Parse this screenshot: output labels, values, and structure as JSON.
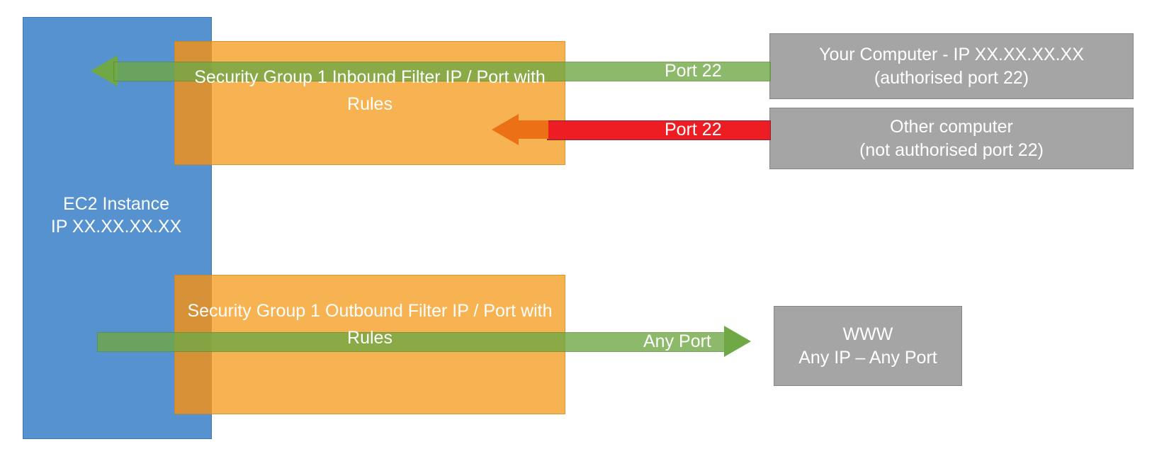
{
  "diagram": {
    "title": "AWS EC2 Security Group Inbound / Outbound Traffic Filtering",
    "colors": {
      "instance_blue": "#5592cf",
      "security_group_orange": "#f7b352",
      "allowed_green": "#70a845",
      "blocked_red": "#ee1c23",
      "blocked_arrow_orange": "#ec7016",
      "endpoint_gray": "#a5a5a5",
      "background": "#ffffff",
      "text_white": "#ffffff"
    }
  },
  "instance": {
    "name": "EC2 Instance",
    "ip": "IP XX.XX.XX.XX",
    "label": "EC2 Instance\nIP XX.XX.XX.XX"
  },
  "security_groups": {
    "inbound": {
      "name": "Security Group 1",
      "direction": "Inbound",
      "rule": "Filter IP / Port with Rules",
      "label": "Security Group 1\nInbound\nFilter IP / Port with Rules"
    },
    "outbound": {
      "name": "Security Group 1",
      "direction": "Outbound",
      "rule": "Filter IP / Port with Rules",
      "label": "Security Group 1\nOutbound\nFilter IP / Port with Rules"
    }
  },
  "flows": [
    {
      "id": "inbound-allowed",
      "port_label": "Port 22",
      "status": "allowed",
      "color": "#70a845",
      "direction": "right-to-left"
    },
    {
      "id": "inbound-blocked",
      "port_label": "Port 22",
      "status": "blocked",
      "color": "#ee1c23",
      "direction": "right-to-left"
    },
    {
      "id": "outbound-allowed",
      "port_label": "Any Port",
      "status": "allowed",
      "color": "#70a845",
      "direction": "left-to-right"
    }
  ],
  "endpoints": {
    "your_computer": {
      "line1": "Your Computer - IP XX.XX.XX.XX",
      "line2": "(authorised port 22)",
      "label": "Your Computer - IP XX.XX.XX.XX\n(authorised port 22)"
    },
    "other_computer": {
      "line1": "Other computer",
      "line2": "(not authorised port 22)",
      "label": "Other computer\n(not authorised port 22)"
    },
    "www": {
      "line1": "WWW",
      "line2": "Any IP – Any Port",
      "label": "WWW\nAny IP – Any Port"
    }
  }
}
